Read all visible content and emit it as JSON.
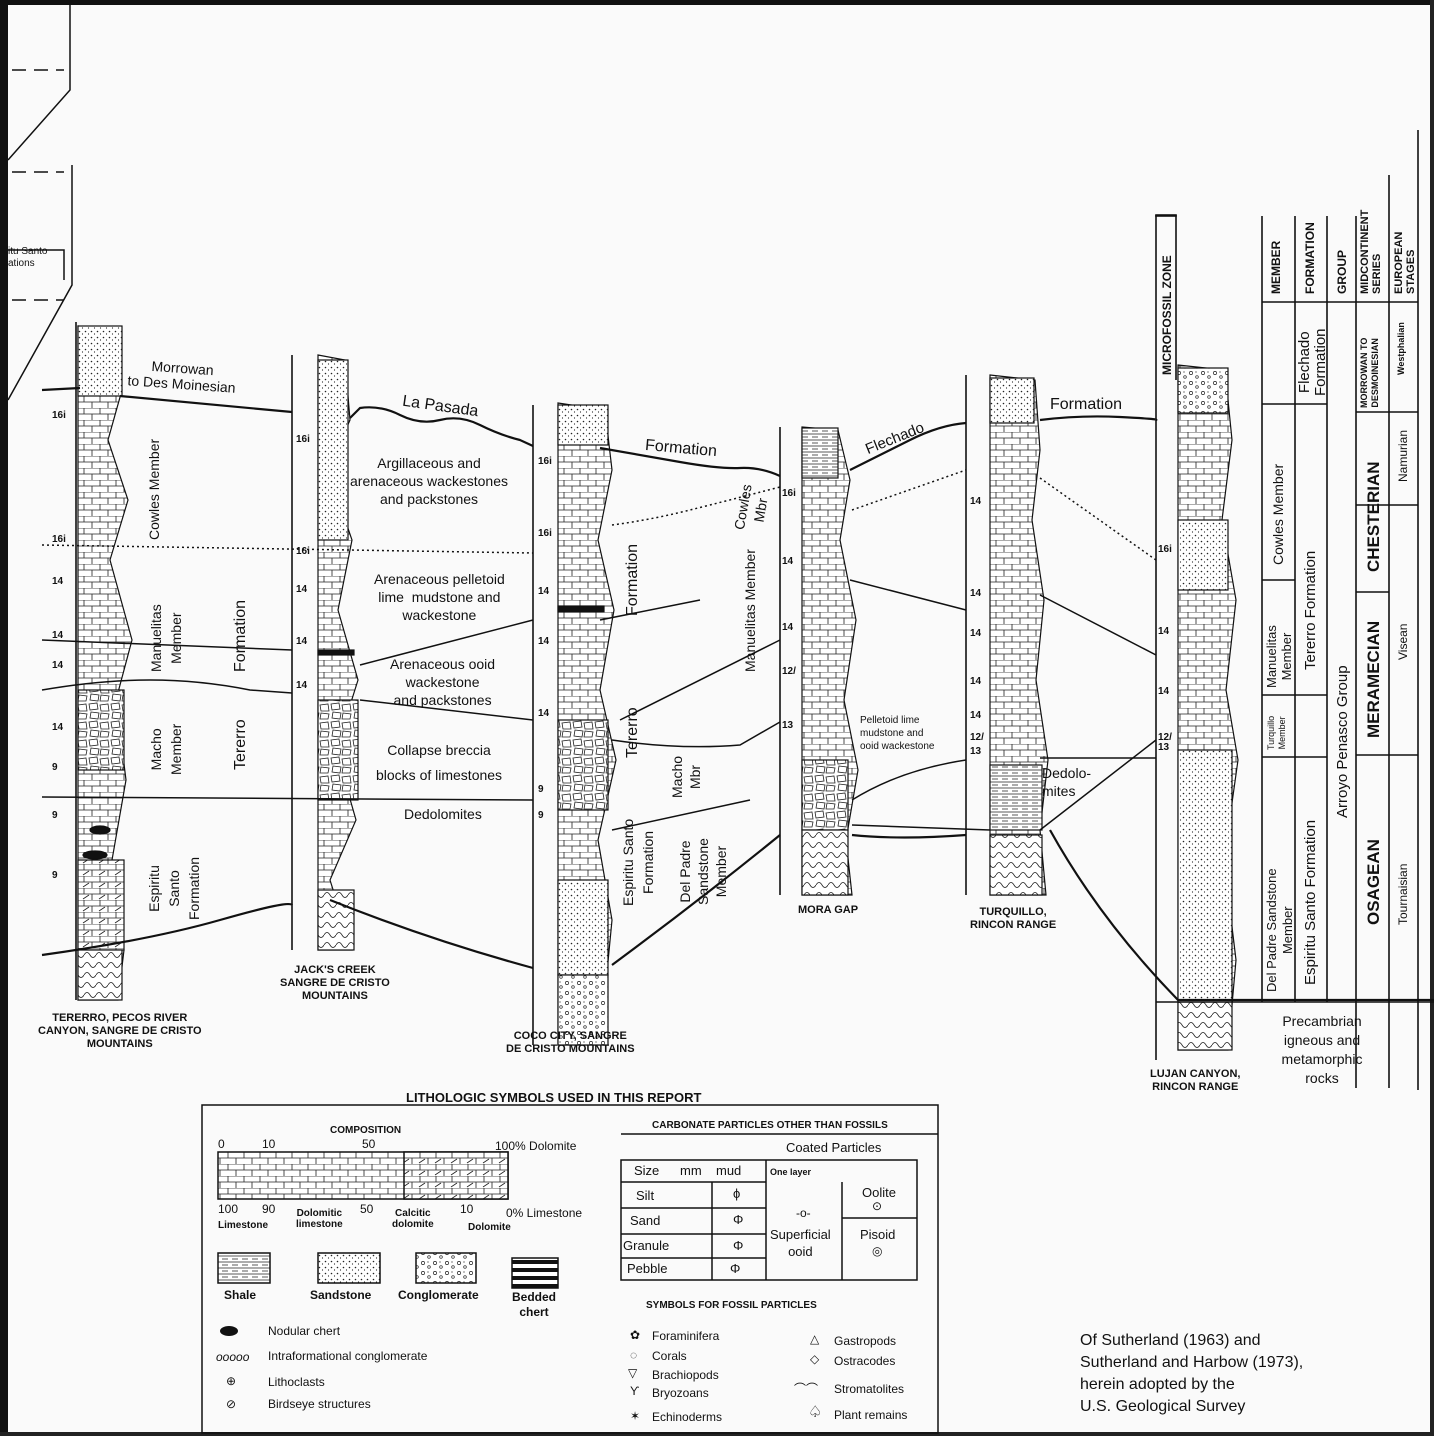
{
  "partial_legend": {
    "text": "itu Santo\nations"
  },
  "column_captions": [
    {
      "key": "tererro",
      "text": "TERERRO, PECOS RIVER\nCANYON, SANGRE DE CRISTO\nMOUNTAINS"
    },
    {
      "key": "jacks",
      "text": "JACK'S CREEK\nSANGRE DE CRISTO\nMOUNTAINS"
    },
    {
      "key": "coco",
      "text": "COCO CITY, SANGRE\nDE CRISTO MOUNTAINS"
    },
    {
      "key": "mora",
      "text": "MORA GAP"
    },
    {
      "key": "turquillo",
      "text": "TURQUILLO,\nRINCON RANGE"
    },
    {
      "key": "lujan",
      "text": "LUJAN CANYON,\nRINCON RANGE"
    }
  ],
  "unit_labels": {
    "morrowan": "Morrowan\nto Des Moinesian",
    "la_pasada": "La Pasada",
    "formation_top": "Formation",
    "flechado": "Flechado",
    "formation_right": "Formation",
    "cowles_member": "Cowles Member",
    "manuelitas_member": "Manuelitas\nMember",
    "macho_member": "Macho\nMember",
    "tererro": "Tererro",
    "formation_mid": "Formation",
    "espiritu": "Espiritu\nSanto\nFormation",
    "argillaceous": "Argillaceous and\narenaceous wackestones\nand packstones",
    "arenaceous_pelletoid": "Arenaceous pelletoid\nlime  mudstone and\nwackestone",
    "arenaceous_ooid": "Arenaceous ooid\nwackestone\nand packstones",
    "collapse": "Collapse breccia\nblocks of limestones",
    "dedolomites": "Dedolomites",
    "cowles_mbr": "Cowles\nMbr",
    "formation_coco": "Formation",
    "tererro_coco": "Tererro",
    "macho_mbr": "Macho\nMbr",
    "espiritu_coco": "Espiritu Santo\nFormation",
    "del_padre": "Del Padre\nSandstone\nMember",
    "manuelitas_mora": "Manuelitas  Member",
    "pelletoid": "Pelletoid lime\nmudstone and\nooid wackestone",
    "dedolo": "Dedolo-\nmites"
  },
  "bed_numbers": {
    "tererro": [
      "16i",
      "16i",
      "14",
      "14",
      "14",
      "14",
      "9",
      "9",
      "9"
    ],
    "jacks": [
      "16i",
      "16i",
      "14",
      "14",
      "14"
    ],
    "coco": [
      "16i",
      "16i",
      "14",
      "14",
      "14",
      "9",
      "9"
    ],
    "mora": [
      "16i",
      "14",
      "14",
      "12/",
      "13"
    ],
    "turquillo": [
      "14",
      "14",
      "14",
      "14",
      "14",
      "12/",
      "13"
    ],
    "lujan": [
      "16i",
      "14",
      "14",
      "12/",
      "13"
    ]
  },
  "microfossil_zone": "MICROFOSSIL  ZONE",
  "strat_table": {
    "headers": [
      "MEMBER",
      "FORMATION",
      "GROUP",
      "MIDCONTINENT\nSERIES",
      "EUROPEAN\nSTAGES"
    ],
    "members": [
      "Cowles Member",
      "Manuelitas\nMember",
      "Turquillo\nMember",
      "Del Padre Sandstone\nMember"
    ],
    "formations": [
      "Flechado\nFormation",
      "Tererro  Formation",
      "Espiritu Santo Formation"
    ],
    "group": "Arroyo Penasco Group",
    "series": [
      "MORROWAN TO\nDESMOINESIAN",
      "CHESTERIAN",
      "MERAMECIAN",
      "OSAGEAN"
    ],
    "stages": [
      "Westphalian",
      "Namurian",
      "Visean",
      "Tournaisian"
    ],
    "basement": "Precambrian\nigneous and\nmetamorphic\nrocks"
  },
  "legend": {
    "title": "LITHOLOGIC SYMBOLS USED IN THIS REPORT",
    "composition": {
      "title": "COMPOSITION",
      "top_ticks": [
        "0",
        "10",
        "50",
        "100% Dolomite"
      ],
      "bottom_ticks": [
        "100",
        "90",
        "50",
        "10",
        "0%  Limestone"
      ],
      "bottom_names": [
        "Limestone",
        "Dolomitic\nlimestone",
        "Calcitic\ndolomite",
        "Dolomite"
      ]
    },
    "rock_types": [
      "Shale",
      "Sandstone",
      "Conglomerate",
      "Bedded\nchert"
    ],
    "misc": [
      "Nodular chert",
      "Intraformational conglomerate",
      "Lithoclasts",
      "Birdseye structures"
    ],
    "carbonate": {
      "title": "CARBONATE PARTICLES OTHER THAN FOSSILS",
      "coated": "Coated Particles",
      "size_hdr": "Size",
      "mm_hdr": "mm",
      "mud_hdr": "mud",
      "one_layer": "One layer",
      "sizes": [
        "Silt",
        "Sand",
        "Granule",
        "Pebble"
      ],
      "superficial": "Superficial\nooid",
      "oolite": "Oolite",
      "pisoid": "Pisoid"
    },
    "fossils": {
      "title": "SYMBOLS FOR FOSSIL PARTICLES",
      "left": [
        "Foraminifera",
        "Corals",
        "Brachiopods",
        "Bryozoans",
        "Echinoderms"
      ],
      "right": [
        "Gastropods",
        "Ostracodes",
        "Stromatolites",
        "Plant remains"
      ]
    }
  },
  "attribution": "Of Sutherland (1963) and\nSutherland and Harbow (1973),\nherein adopted by the\nU.S. Geological Survey"
}
